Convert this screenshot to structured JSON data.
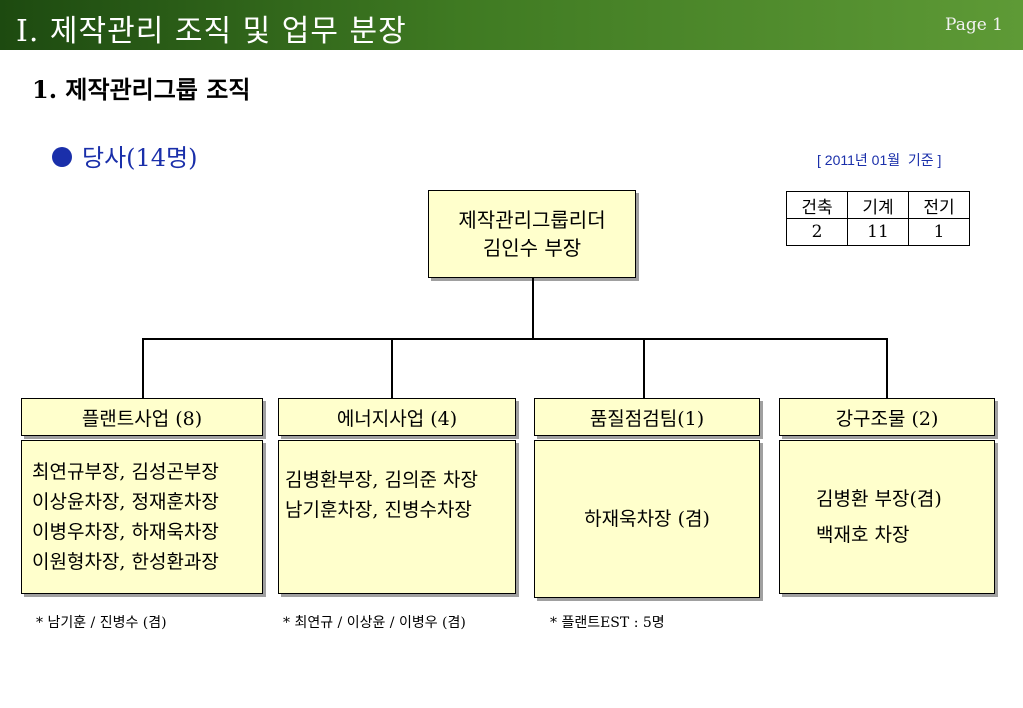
{
  "header": {
    "title": "Ⅰ. 제작관리 조직 및 업무 분장",
    "page": "Page 1"
  },
  "section_title": "1. 제작관리그룹 조직",
  "company": "당사(14명)",
  "basis_date": "[ 2011년 01월  기준 ]",
  "headcount_table": {
    "headers": [
      "건축",
      "기계",
      "전기"
    ],
    "values": [
      "2",
      "11",
      "1"
    ]
  },
  "leader": {
    "title": "제작관리그룹리더",
    "name": "김인수 부장"
  },
  "departments": [
    {
      "name": "플랜트사업 (8)",
      "members": [
        "최연규부장, 김성곤부장",
        "이상윤차장, 정재훈차장",
        "이병우차장, 하재욱차장",
        "이원형차장, 한성환과장"
      ],
      "note": "* 남기훈 / 진병수 (겸)"
    },
    {
      "name": "에너지사업 (4)",
      "members": [
        "김병환부장, 김의준 차장",
        "남기훈차장, 진병수차장"
      ],
      "note": "* 최연규 / 이상윤 / 이병우 (겸)"
    },
    {
      "name": "품질점검팀(1)",
      "members": [
        "하재욱차장 (겸)"
      ],
      "note": "* 플랜트EST : 5명"
    },
    {
      "name": "강구조물 (2)",
      "members": [
        "김병환 부장(겸)",
        "백재호 차장"
      ],
      "note": ""
    }
  ]
}
